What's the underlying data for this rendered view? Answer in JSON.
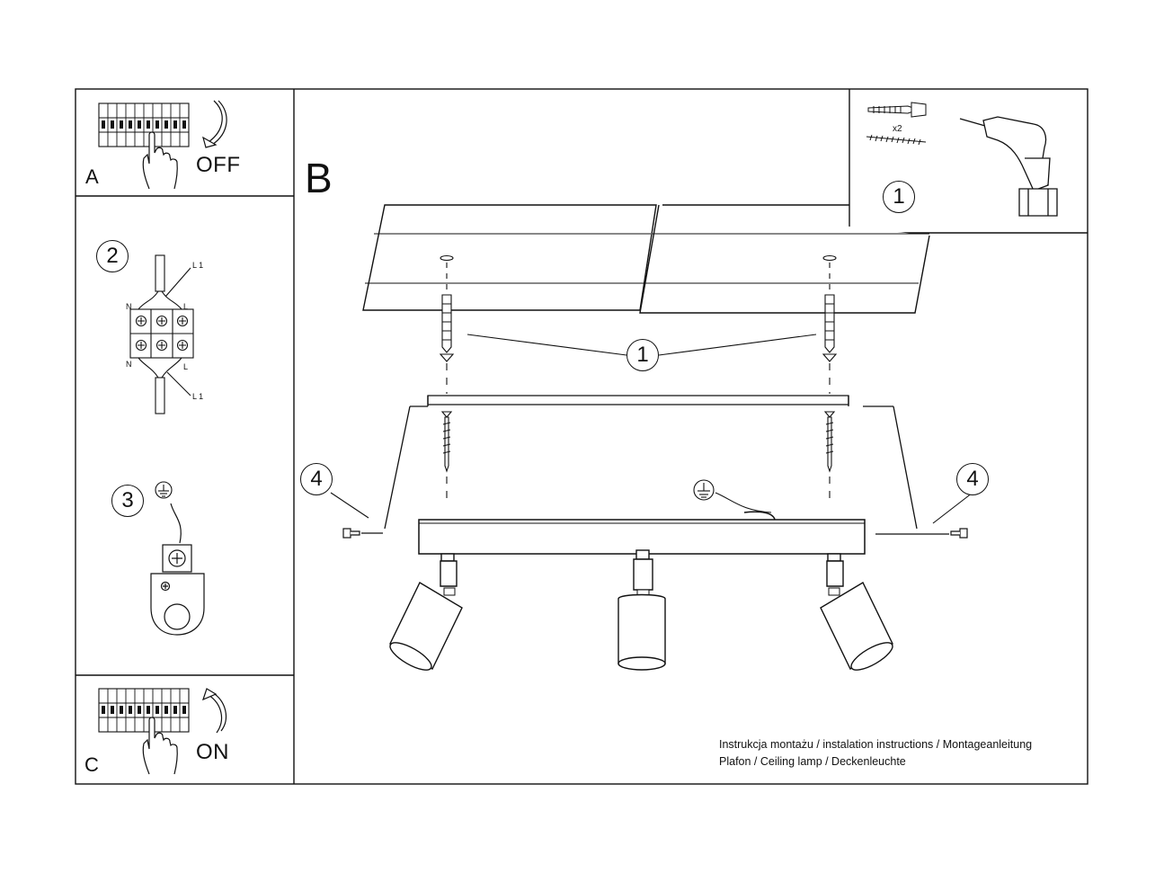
{
  "panels": {
    "a": {
      "letter": "A",
      "state": "OFF"
    },
    "b": {
      "letter": "B"
    },
    "c": {
      "letter": "C",
      "state": "ON"
    }
  },
  "steps": {
    "drill_step": "1",
    "anchor_step": "1",
    "wiring_step": "2",
    "ground_step": "3",
    "screw_step_left": "4",
    "screw_step_right": "4"
  },
  "kit": {
    "quantity": "x2"
  },
  "wiring": {
    "l1_top": "L 1",
    "l1_bottom": "L 1",
    "n_top": "N",
    "n_bottom": "N",
    "l_top": "L",
    "l_bottom": "L"
  },
  "footer": {
    "line1": "Instrukcja montażu / instalation instructions / Montageanleitung",
    "line2": "Plafon / Ceiling lamp / Deckenleuchte"
  }
}
